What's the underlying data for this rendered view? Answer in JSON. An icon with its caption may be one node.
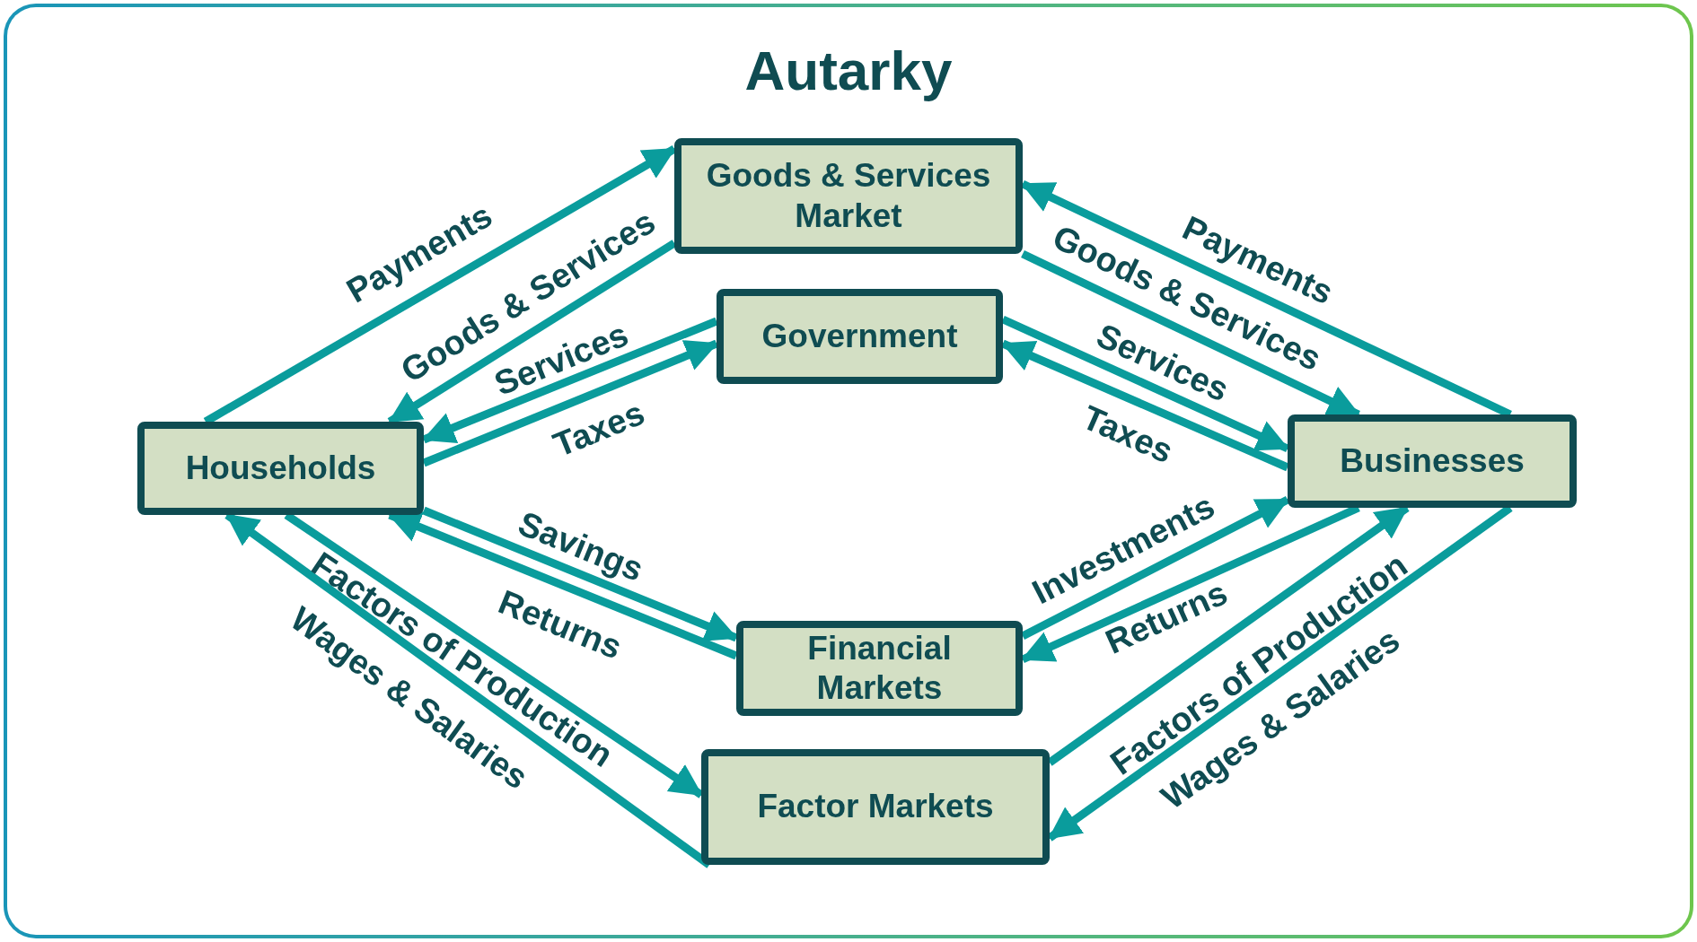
{
  "diagram": {
    "title": "Autarky",
    "nodes": [
      {
        "text": [
          "Goods & Services Market"
        ]
      },
      {
        "text": [
          "Government"
        ]
      },
      {
        "text": [
          "Households"
        ]
      },
      {
        "text": [
          "Businesses"
        ]
      },
      {
        "text": [
          "Financial Markets"
        ]
      },
      {
        "text": [
          "Factor Markets"
        ]
      }
    ],
    "edges": [
      {
        "from": 2,
        "to": 0,
        "arrow": "to",
        "label": "Payments"
      },
      {
        "from": 0,
        "to": 2,
        "arrow": "to",
        "label": "Goods & Services"
      },
      {
        "from": 1,
        "to": 2,
        "arrow": "to",
        "label": "Services"
      },
      {
        "from": 2,
        "to": 1,
        "arrow": "to",
        "label": "Taxes"
      },
      {
        "from": 3,
        "to": 0,
        "arrow": "to",
        "label": "Payments"
      },
      {
        "from": 0,
        "to": 3,
        "arrow": "to",
        "label": "Goods & Services"
      },
      {
        "from": 1,
        "to": 3,
        "arrow": "to",
        "label": "Services"
      },
      {
        "from": 3,
        "to": 1,
        "arrow": "to",
        "label": "Taxes"
      },
      {
        "from": 2,
        "to": 4,
        "arrow": "to",
        "label": "Savings"
      },
      {
        "from": 4,
        "to": 2,
        "arrow": "to",
        "label": "Returns"
      },
      {
        "from": 4,
        "to": 3,
        "arrow": "to",
        "label": "Investments"
      },
      {
        "from": 3,
        "to": 4,
        "arrow": "to",
        "label": "Returns"
      },
      {
        "from": 2,
        "to": 5,
        "arrow": "to",
        "label": "Factors of Production"
      },
      {
        "from": 5,
        "to": 2,
        "arrow": "to",
        "label": "Wages & Salaries"
      },
      {
        "from": 5,
        "to": 3,
        "arrow": "to",
        "label": "Factors of Production"
      },
      {
        "from": 3,
        "to": 5,
        "arrow": "to",
        "label": "Wages & Salaries"
      }
    ]
  }
}
